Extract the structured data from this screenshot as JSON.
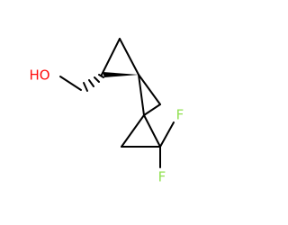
{
  "molecule": {
    "atoms": {
      "hydroxyl": "HO",
      "fluorine_upper": "F",
      "fluorine_lower": "F"
    },
    "colors": {
      "bond": "#000000",
      "oxygen": "#ff0d0d",
      "fluorine": "#90e050",
      "background": "#ffffff"
    }
  }
}
